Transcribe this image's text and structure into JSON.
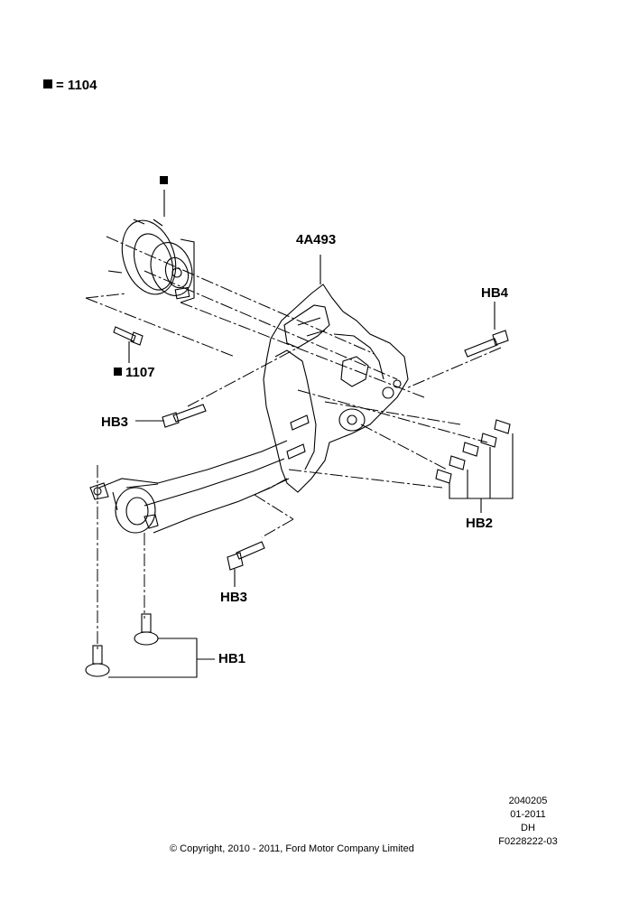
{
  "legend": {
    "symbol": "filled-square-icon",
    "text": "= 1104"
  },
  "labels": {
    "hub_marker": "",
    "bracket": "4A493",
    "hb4": "HB4",
    "stud": "1107",
    "hb3_left": "HB3",
    "hb2": "HB2",
    "hb3_bottom": "HB3",
    "hb1": "HB1"
  },
  "meta": [
    "2040205",
    "01-2011",
    "DH",
    "F0228222-03"
  ],
  "copyright": "© Copyright, 2010 - 2011, Ford Motor Company Limited"
}
